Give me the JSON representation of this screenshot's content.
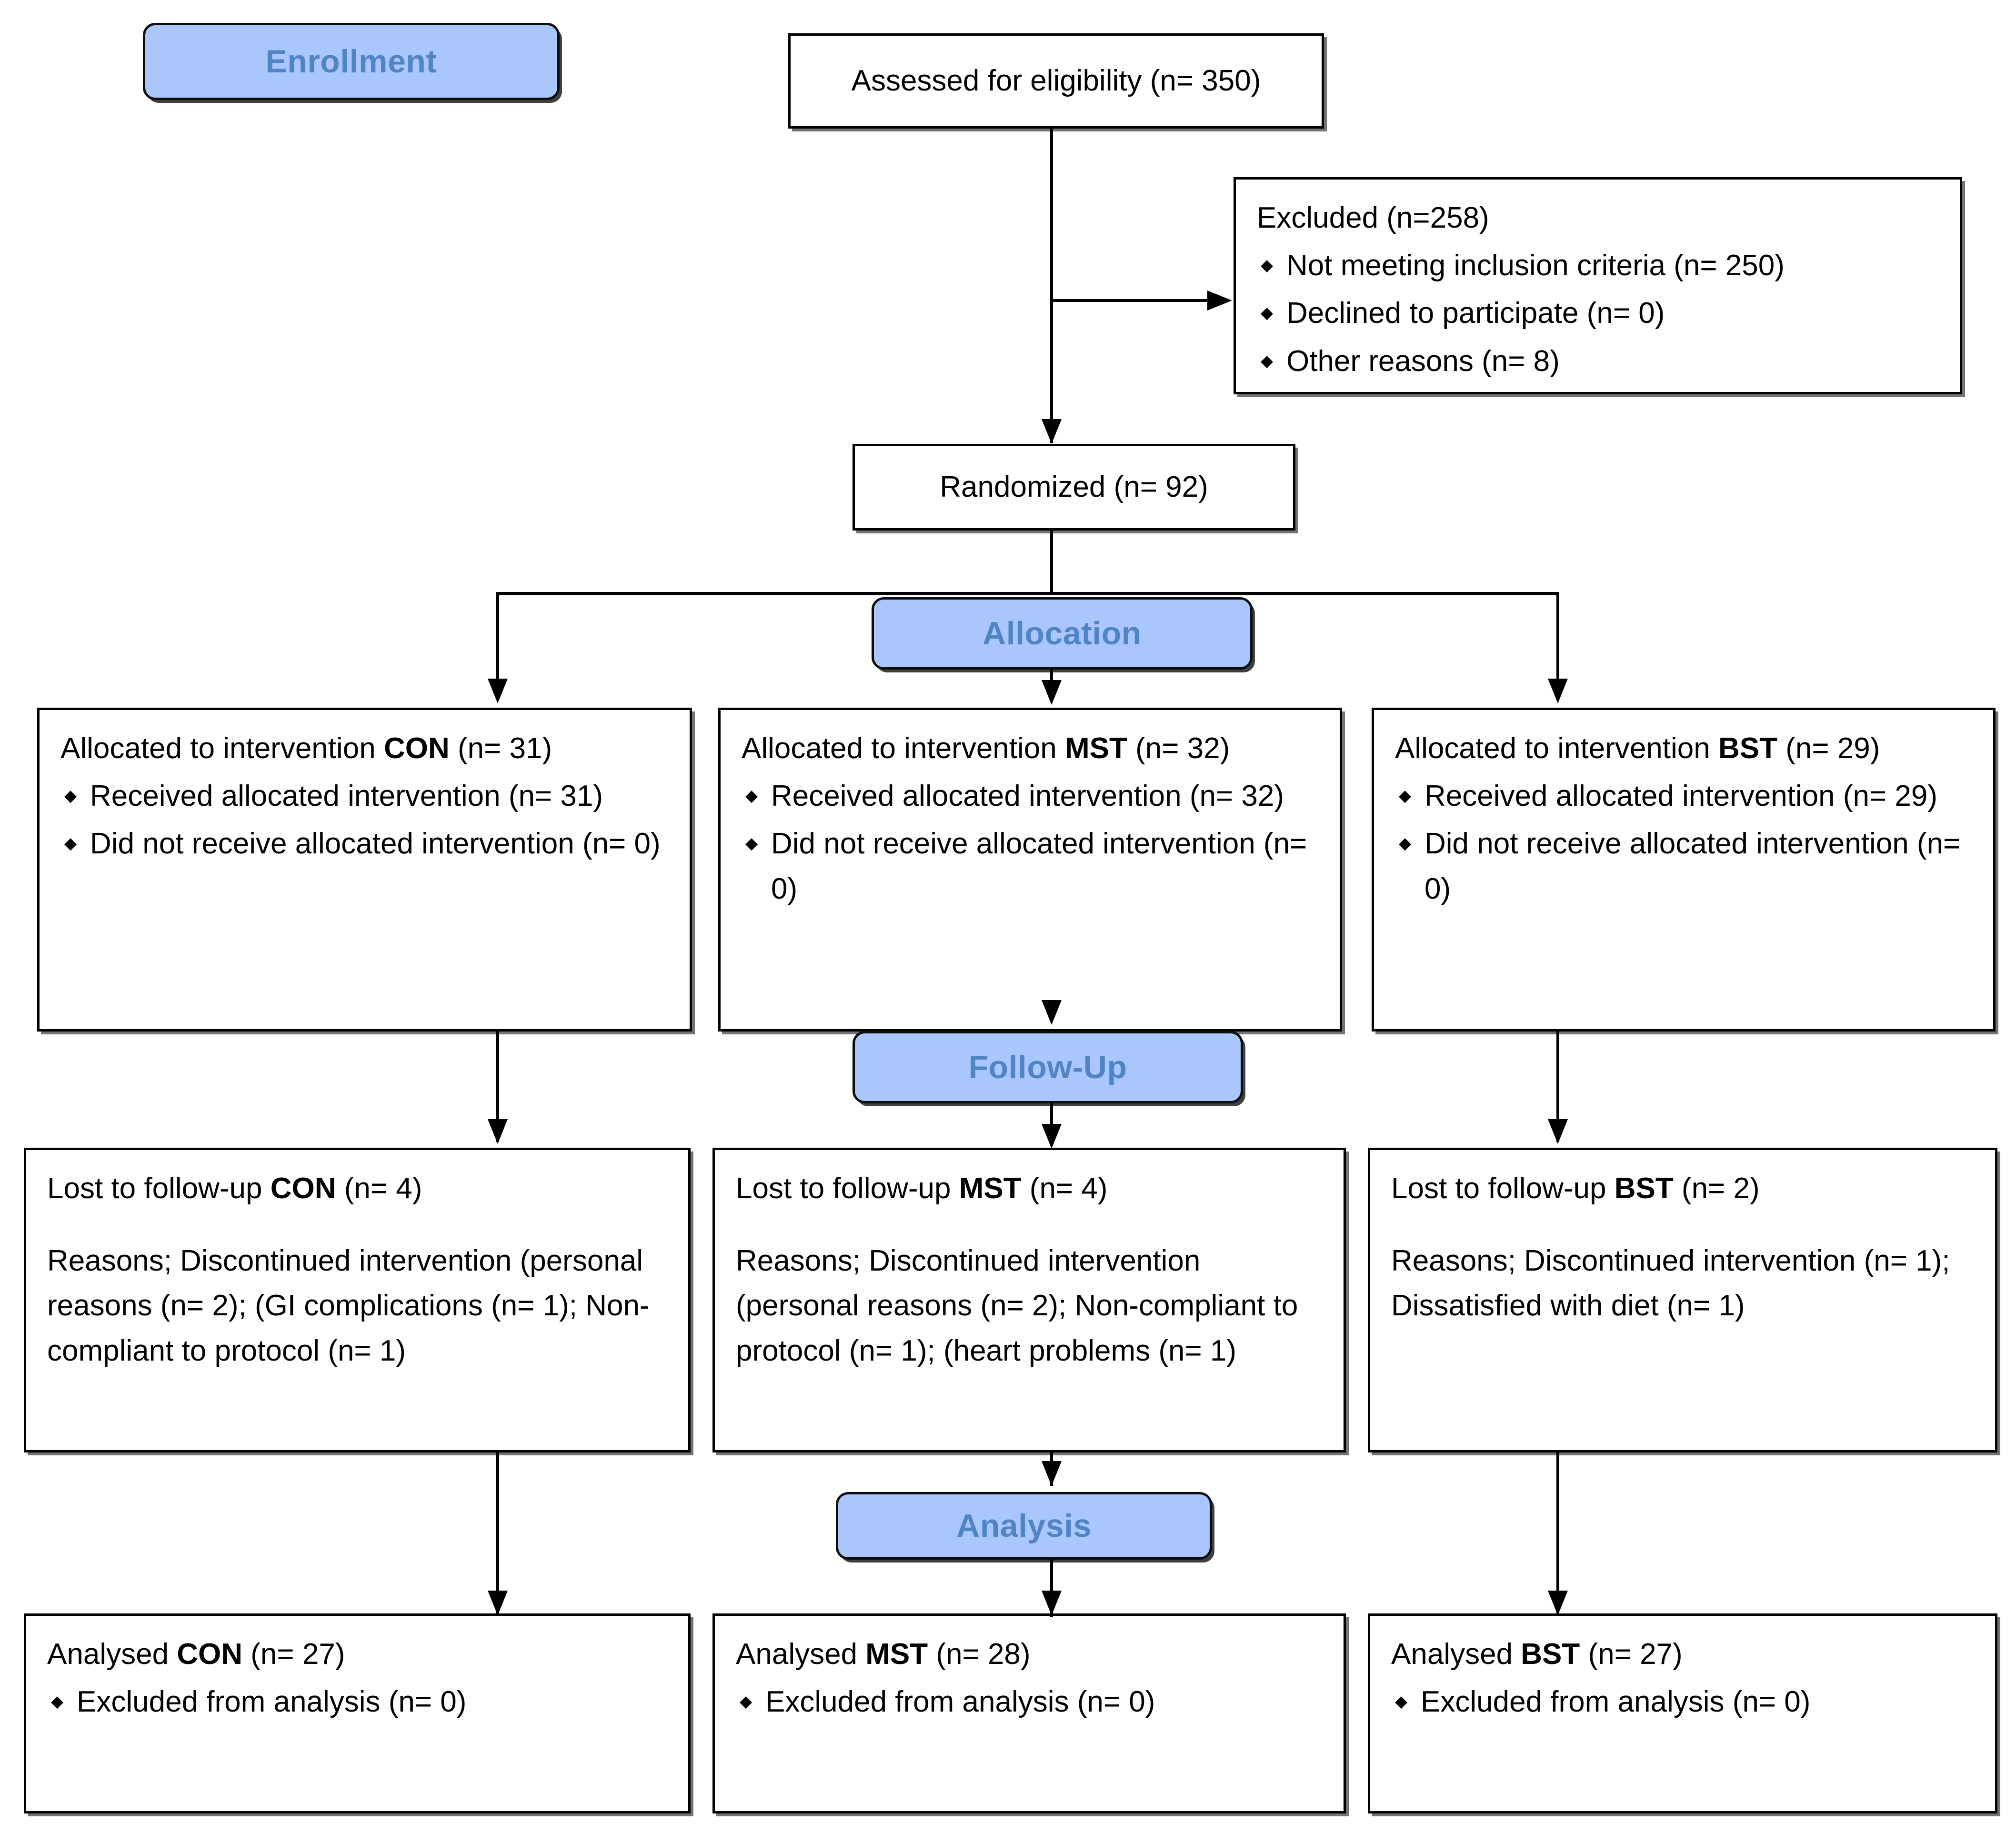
{
  "diagram": {
    "type": "CONSORT participant flow diagram",
    "accent_blue_fill": "#a9c7fc",
    "accent_blue_text": "#5184c4",
    "line_color": "#000000"
  },
  "stages": {
    "enrollment": "Enrollment",
    "allocation": "Allocation",
    "follow_up": "Follow-Up",
    "analysis": "Analysis"
  },
  "enrollment": {
    "assessed": "Assessed for eligibility (n= 350)",
    "excluded_title": "Excluded (n=258)",
    "excluded_reasons": [
      "Not meeting inclusion criteria (n= 250)",
      "Declined to participate (n= 0)",
      "Other reasons (n= 8)"
    ],
    "randomized": "Randomized (n= 92)"
  },
  "allocation": {
    "con": {
      "title_pre": "Allocated to intervention ",
      "title_tag": "CON",
      "title_post": " (n= 31)",
      "items": [
        "Received allocated intervention (n= 31)",
        "Did not receive allocated intervention (n= 0)"
      ]
    },
    "mst": {
      "title_pre": "Allocated to intervention ",
      "title_tag": "MST",
      "title_post": " (n= 32)",
      "items": [
        "Received allocated intervention (n= 32)",
        "Did not receive allocated intervention (n= 0)"
      ]
    },
    "bst": {
      "title_pre": "Allocated to intervention ",
      "title_tag": "BST",
      "title_post": " (n= 29)",
      "items": [
        "Received allocated intervention (n= 29)",
        "Did not receive allocated intervention (n=  0)"
      ]
    }
  },
  "follow_up": {
    "con": {
      "title_pre": "Lost to follow-up ",
      "title_tag": "CON",
      "title_post": " (n= 4)",
      "reasons": "Reasons; Discontinued intervention (personal reasons (n= 2); (GI complications (n= 1); Non-compliant to protocol (n= 1)"
    },
    "mst": {
      "title_pre": "Lost to follow-up ",
      "title_tag": "MST",
      "title_post": " (n= 4)",
      "reasons": "Reasons; Discontinued intervention (personal reasons (n= 2); Non-compliant to protocol (n= 1); (heart problems (n= 1)"
    },
    "bst": {
      "title_pre": "Lost to follow-up ",
      "title_tag": "BST",
      "title_post": " (n= 2)",
      "reasons": "Reasons; Discontinued intervention (n= 1); Dissatisfied with diet (n= 1)"
    }
  },
  "analysis": {
    "con": {
      "title_pre": "Analysed ",
      "title_tag": "CON",
      "title_post": " (n= 27)",
      "items": [
        "Excluded from analysis (n= 0)"
      ]
    },
    "mst": {
      "title_pre": "Analysed ",
      "title_tag": "MST",
      "title_post": " (n= 28)",
      "items": [
        "Excluded from analysis (n= 0)"
      ]
    },
    "bst": {
      "title_pre": "Analysed ",
      "title_tag": "BST",
      "title_post": " (n= 27)",
      "items": [
        "Excluded from analysis (n= 0)"
      ]
    }
  }
}
